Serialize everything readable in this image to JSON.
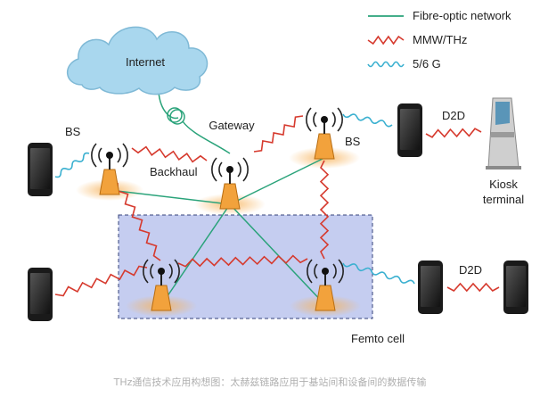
{
  "legend": {
    "fibre": "Fibre-optic network",
    "mmw": "MMW/THz",
    "wifi": "5/6 G"
  },
  "labels": {
    "internet": "Internet",
    "gateway": "Gateway",
    "bs_left": "BS",
    "bs_right": "BS",
    "backhaul": "Backhaul",
    "d2d_top": "D2D",
    "d2d_bottom": "D2D",
    "kiosk_line1": "Kiosk",
    "kiosk_line2": "terminal",
    "femto": "Femto cell"
  },
  "caption": "THz通信技术应用构想图：太赫兹链路应用于基站间和设备间的数据传输",
  "colors": {
    "fibre": "#2aa37a",
    "mmw": "#d63a2e",
    "wifi": "#3ab0d0",
    "cloud": "#a9d7ee",
    "tower": "#f2a23c",
    "femto_box": "#c5cdf0"
  }
}
